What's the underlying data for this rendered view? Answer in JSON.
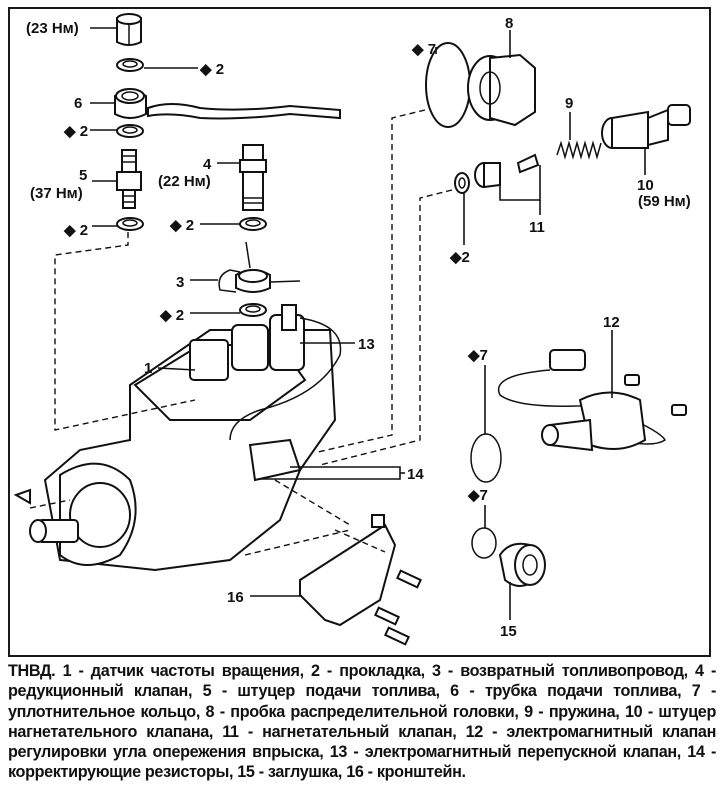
{
  "diagram": {
    "title": "ТНВД",
    "labels": {
      "torque_23": "(23 Нм)",
      "torque_37": "(37 Нм)",
      "torque_22": "(22 Нм)",
      "torque_59": "(59 Нм)",
      "n1": "1",
      "n2": "2",
      "n3": "3",
      "n4": "4",
      "n5": "5",
      "n6": "6",
      "n7": "7",
      "n8": "8",
      "n9": "9",
      "n10": "10",
      "n11": "11",
      "n12": "12",
      "n13": "13",
      "n14": "14",
      "n15": "15",
      "n16": "16",
      "replace_marker": "◆"
    }
  },
  "caption": {
    "text": "ТНВД. 1 - датчик частоты вращения, 2 - прокладка, 3 - возвратный топливопровод, 4 - редукционный клапан, 5 - штуцер подачи топлива, 6 - трубка подачи топлива, 7 - уплотнительное кольцо, 8 - пробка распределительной головки, 9 - пружина, 10 - штуцер нагнетательного клапана, 11 - нагнетательный клапан, 12 - электромагнитный клапан регулировки угла опережения впрыска, 13 - электромагнитный перепускной клапан, 14 - корректирующие резисторы, 15 - заглушка, 16 - кронштейн."
  }
}
